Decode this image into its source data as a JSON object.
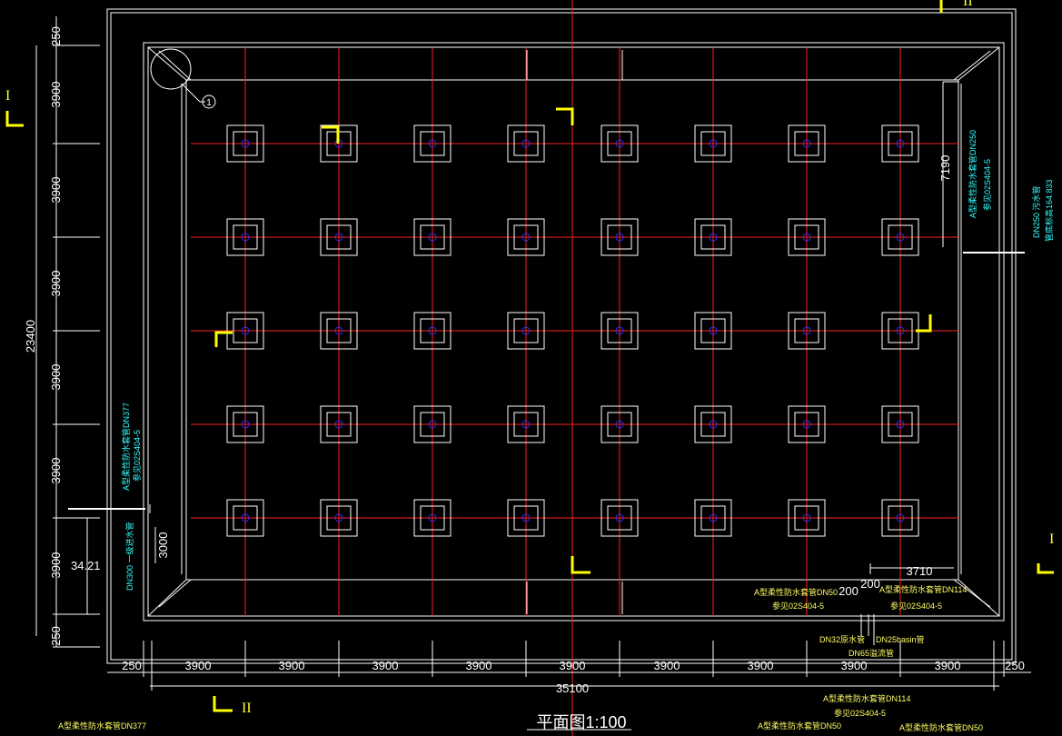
{
  "drawing": {
    "title": "平面图1:100",
    "overall_width_label": "35100",
    "overall_height_label": "23400",
    "bottom_dims": [
      "250",
      "3900",
      "3900",
      "3900",
      "3900",
      "3900",
      "3900",
      "3900",
      "3900",
      "250"
    ],
    "left_dims": [
      "250",
      "3900",
      "3900",
      "3900",
      "3900",
      "3900",
      "3900",
      "250"
    ],
    "right_dim_7190": "7190",
    "dim_3710": "3710",
    "dim_200": "200",
    "dim_3000": "3000",
    "dim_3421": "34.21",
    "callout_1": "1",
    "section_I": "I",
    "section_II": "II"
  },
  "annotations": {
    "right_sleeve": "A型柔性防水套管DN250",
    "right_ref": "参见02S404-5",
    "right_pipe": "DN250 污水管",
    "right_elev": "管底标高164.833",
    "left_sleeve": "A型柔性防水套管DN377",
    "left_ref": "参见02S404-5",
    "left_pipe": "DN300 一级进水管",
    "bottom_sleeve_dn50": "A型柔性防水套管DN50",
    "bottom_ref_a": "参见02S404-5",
    "bottom_sleeve_dn114": "A型柔性防水套管DN114",
    "bottom_ref_b": "参见02S404-5",
    "pipe_dn32": "DN32原水管",
    "pipe_dn25": "DN25basin管",
    "pipe_dn65": "DN65溢流管",
    "foot_sleeve_dn114": "A型柔性防水套管DN114",
    "foot_ref": "参见02S404-5",
    "foot_sleeve_dn50": "A型柔性防水套管DN50",
    "foot_left_sleeve": "A型柔性防水套管DN377"
  },
  "colors": {
    "outline": "#ffffff",
    "grid": "#ff2020",
    "column_center": "#3030ff",
    "section_marks": "#ffff00",
    "notes": "#33ffff"
  }
}
